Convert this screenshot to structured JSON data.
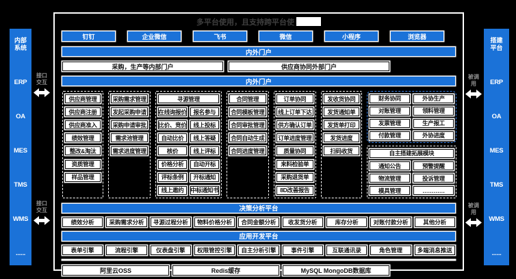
{
  "colors": {
    "blue": "#1B72D8",
    "blue_dash": "#3A86EE",
    "title_text": "#3F3F3F",
    "connector_text": "#8F8F8F"
  },
  "title": "多平台使用，且支持跨平台使",
  "sidebars": {
    "left": {
      "label_lines": [
        "内部",
        "系统"
      ],
      "systems": [
        "ERP",
        "OA",
        "MES",
        "TMS",
        "WMS",
        "......"
      ]
    },
    "right": {
      "label_lines": [
        "搭建",
        "平台"
      ],
      "systems": [
        "ERP",
        "OA",
        "MES",
        "TMS",
        "WMS",
        "......"
      ]
    }
  },
  "connectors": {
    "left": {
      "lines": [
        "接口",
        "交互"
      ]
    },
    "right": {
      "lines": [
        "被调",
        "用"
      ]
    }
  },
  "top_apps": [
    "钉钉",
    "企业微信",
    "飞书",
    "微信",
    "小程序",
    "浏览器"
  ],
  "bars": {
    "portal_outer": "内外门户",
    "portal_inner": "内外门户",
    "decision": "决策分析平台",
    "appdev": "应用开发平台",
    "blank": ""
  },
  "portals": [
    "采购，生产等内部门户",
    "供应商协同外部门户"
  ],
  "modules": {
    "groups": [
      {
        "id": "supplier",
        "width": 62,
        "rows": [
          [
            "供应商管理"
          ],
          [
            "供应商注册"
          ],
          [
            "供应商准入"
          ],
          [
            "绩效管理"
          ],
          [
            "整改&淘汰"
          ],
          [
            "资质管理"
          ],
          [
            "样品管理"
          ]
        ]
      },
      {
        "id": "purchase-demand",
        "width": 64,
        "rows": [
          [
            "采购需求管理"
          ],
          [
            "发起采购申请"
          ],
          [
            "采购申请审批"
          ],
          [
            "需求池管理"
          ],
          [
            "需求进度管理"
          ]
        ]
      },
      {
        "id": "sourcing",
        "width": 100,
        "rows": [
          [
            {
              "text": "寻源管理",
              "span": 2
            }
          ],
          [
            "在线询报价",
            "报名参与"
          ],
          [
            "比价、竞价",
            "线上投标"
          ],
          [
            "自动比价",
            "线上答疑"
          ],
          [
            "核价",
            "线上评标"
          ],
          [
            "价格分析",
            "自动开标"
          ],
          [
            "评标条例",
            "开标通知"
          ],
          [
            "线上邀约",
            "中标通知书"
          ]
        ]
      },
      {
        "id": "contract",
        "width": 64,
        "rows": [
          [
            "合同管理"
          ],
          [
            "合同模板管理"
          ],
          [
            "合同审批管理"
          ],
          [
            "合同自动生成"
          ],
          [
            "合同进度管理"
          ]
        ]
      },
      {
        "id": "order",
        "width": 64,
        "rows": [
          [
            "订单协同"
          ],
          [
            "线上订单下达"
          ],
          [
            "供方确认订单"
          ],
          [
            "订单进度管理"
          ],
          [
            "质量协同"
          ],
          [
            "来料检验单"
          ],
          [
            "采购退货单"
          ],
          [
            "8D改善报告"
          ]
        ]
      },
      {
        "id": "shipping",
        "width": 62,
        "rows": [
          [
            "发收货协同"
          ],
          [
            "发货通知单"
          ],
          [
            "发货单打印"
          ],
          [
            "发货进度"
          ],
          [
            "扫码收货"
          ]
        ]
      }
    ],
    "right_groups": [
      {
        "id": "finance-outsourcing",
        "border": "blue",
        "rows": [
          [
            "财务协同",
            "外协生产"
          ],
          [
            "对账管理",
            "领料管理"
          ],
          [
            "发票管理",
            "生产报工"
          ],
          [
            "付款管理",
            "外协进度"
          ]
        ]
      },
      {
        "id": "extension",
        "rows": [
          [
            {
              "text": "自主搭建拓展模块",
              "span": 2
            }
          ],
          [
            "通知公告",
            "预警提醒"
          ],
          [
            "物流管理",
            "投诉管理"
          ],
          [
            "模具管理",
            "…………"
          ]
        ]
      }
    ]
  },
  "decision_items": [
    "绩效分析",
    "采购需求分析",
    "寻源过程分析",
    "物料价格分析",
    "合同金额分析",
    "收发货分析",
    "库存分析",
    "对账付款分析",
    "其他分析"
  ],
  "appdev_items": [
    "表单引擎",
    "流程引擎",
    "仪表盘引擎",
    "权限管控引擎",
    "自主分析引擎",
    "事件引擎",
    "互联通讯录",
    "角色管理",
    "多端消息推送"
  ],
  "infra_items": [
    "阿里云OSS",
    "Redis缓存",
    "MySQL MongoDB数据库"
  ]
}
